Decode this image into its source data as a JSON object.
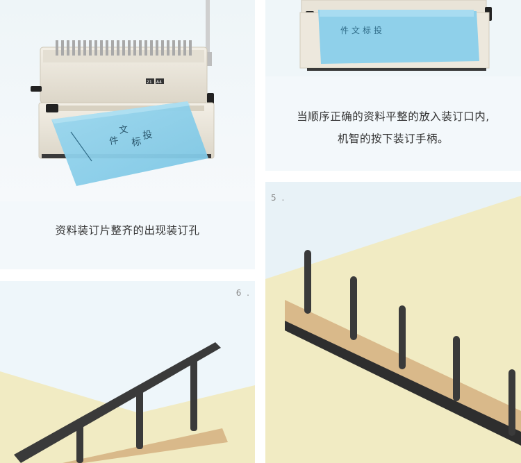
{
  "captions": {
    "step_top_right_line1": "当顺序正确的资料平整的放入装订口内,",
    "step_top_right_line2": "机智的按下装订手柄。",
    "step_top_left": "资料装订片整齐的出现装订孔"
  },
  "step_numbers": {
    "five": "5 .",
    "six": "6 ."
  },
  "document": {
    "title_chars": [
      "投",
      "标",
      "文",
      "件"
    ]
  },
  "machine": {
    "label_a": "21",
    "label_b": "A4"
  },
  "colors": {
    "panel_bg": "#f3f8fb",
    "paper_blue": "#8fd0ea",
    "paper_cream": "#f1ebc3",
    "machine_body": "#ece7dc",
    "spine_black": "#2a2a2a"
  }
}
